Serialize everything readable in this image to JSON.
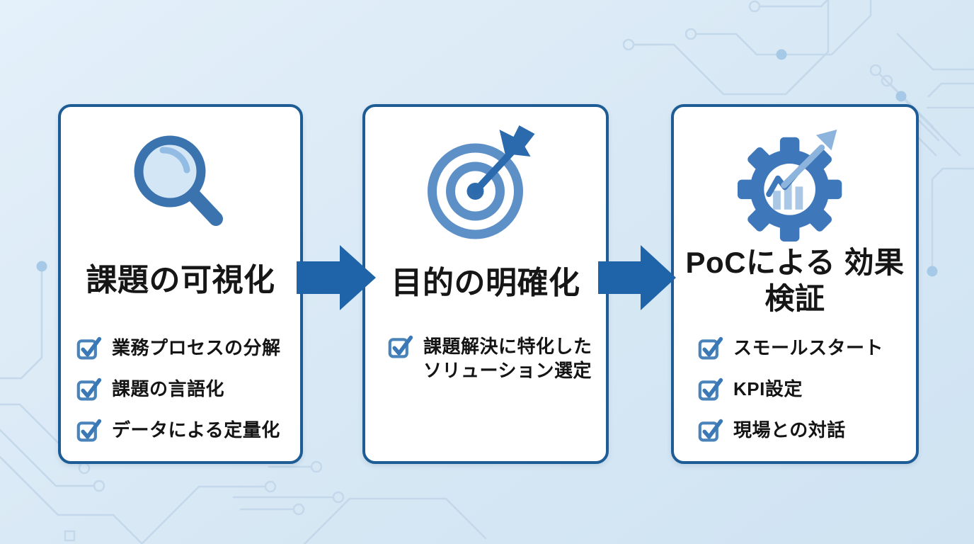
{
  "colors": {
    "background": "#d9e9f5",
    "circuit_line": "#c3d8ea",
    "circuit_dot": "#a5c9e6",
    "card_border": "#1e5c95",
    "card_background": "#ffffff",
    "arrow": "#1f63a9",
    "title_text": "#161616",
    "item_text": "#141414",
    "checkbox": "#4a83ba",
    "icon_blue": "#3b73af",
    "icon_light_blue": "#93bce4"
  },
  "steps": [
    {
      "icon": "magnifier-icon",
      "title": "課題の可視化",
      "items": [
        {
          "text": "業務プロセスの分解"
        },
        {
          "text": "課題の言語化"
        },
        {
          "text": "データによる定量化"
        }
      ]
    },
    {
      "icon": "target-icon",
      "title": "目的の明確化",
      "items": [
        {
          "line1": "課題解決に特化した",
          "line2": "ソリューション選定"
        }
      ]
    },
    {
      "icon": "gear-growth-icon",
      "title_line1": "PoCによる",
      "title_line2": "効果検証",
      "items": [
        {
          "text": "スモールスタート"
        },
        {
          "text": "KPI設定"
        },
        {
          "text": "現場との対話"
        }
      ]
    }
  ]
}
